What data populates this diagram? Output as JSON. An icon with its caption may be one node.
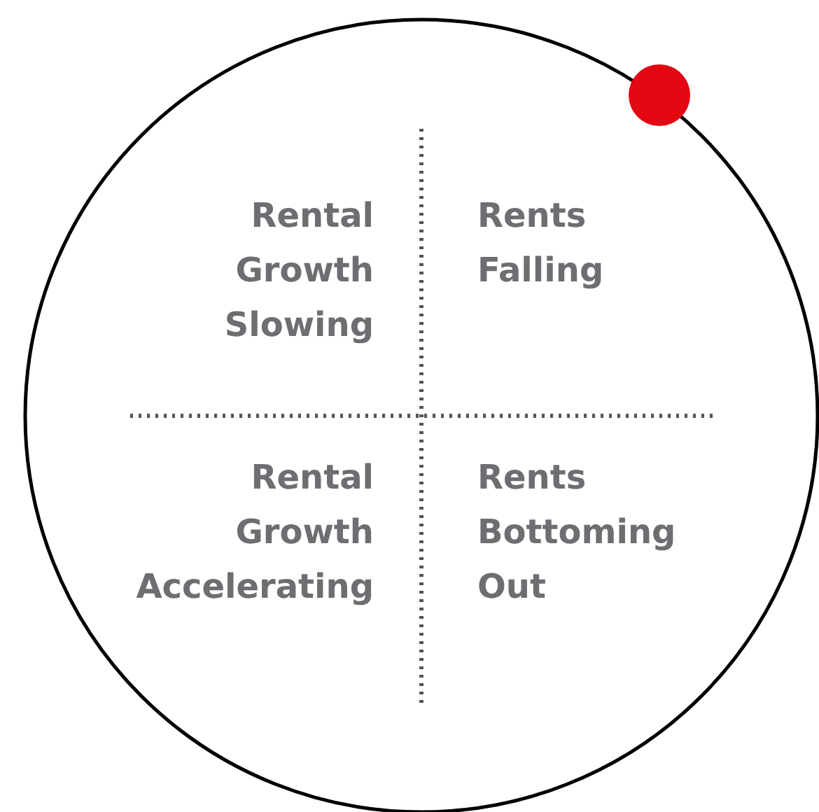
{
  "diagram": {
    "labels": [
      "Rental Growth Slowing",
      "Rents Falling",
      "Rental Growth Accelerating",
      "Rents Bottoming Out"
    ]
  }
}
